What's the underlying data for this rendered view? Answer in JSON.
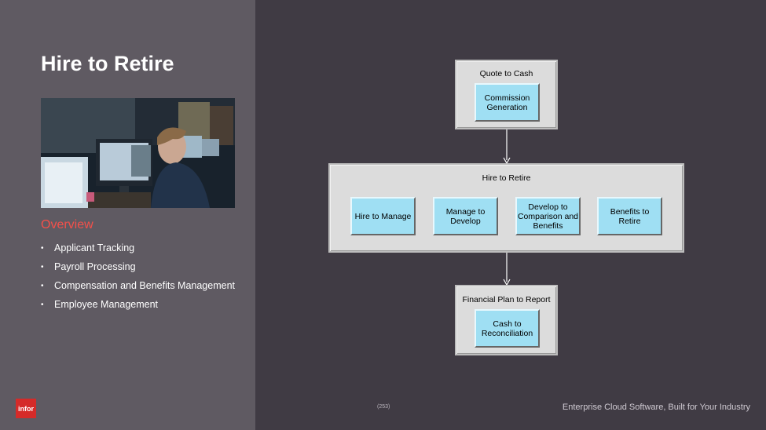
{
  "slide": {
    "title": "Hire to Retire",
    "overview_heading": "Overview",
    "bullets": [
      "Applicant Tracking",
      "Payroll Processing",
      "Compensation and Benefits Management",
      "Employee Management"
    ],
    "page_number": "(253)",
    "tagline": "Enterprise Cloud Software, Built for Your Industry",
    "logo_text": "infor"
  },
  "diagram": {
    "top": {
      "label": "Quote to Cash",
      "child": "Commission Generation"
    },
    "middle": {
      "label": "Hire to Retire",
      "children": [
        "Hire to Manage",
        "Manage to Develop",
        "Develop to Comparison and Benefits",
        "Benefits to Retire"
      ]
    },
    "bottom": {
      "label": "Financial Plan to Report",
      "child": "Cash to Reconciliation"
    }
  },
  "colors": {
    "accent": "#f5504a",
    "logo": "#d52b29",
    "process_box": "#9fdff3"
  }
}
